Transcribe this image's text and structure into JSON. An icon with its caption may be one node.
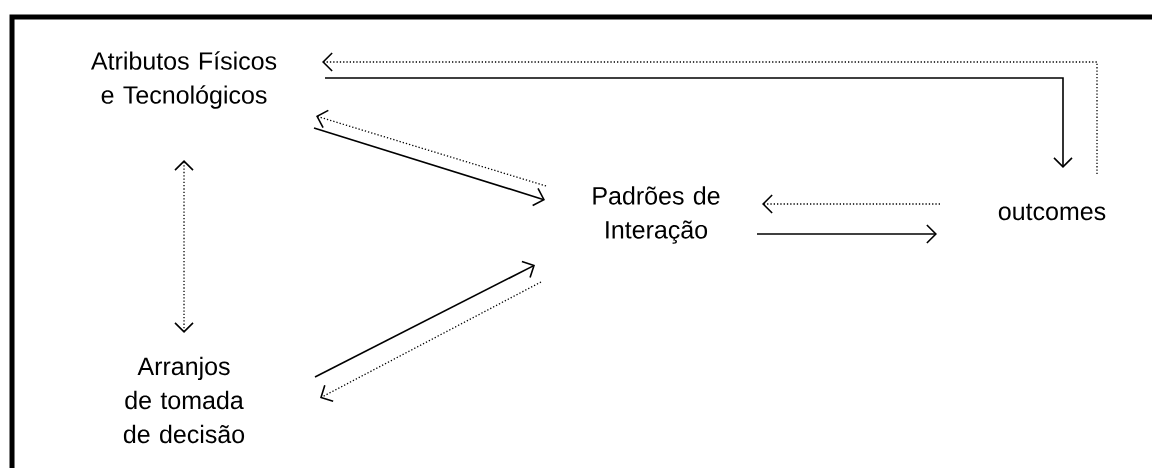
{
  "diagram": {
    "nodes": [
      {
        "text": [
          "Atributos Físicos e Tecnológicos"
        ]
      },
      {
        "text": [
          "Padrões de Interação"
        ]
      },
      {
        "text": [
          "Arranjos de tomada de decisão"
        ]
      },
      {
        "text": [
          "outcomes"
        ]
      }
    ],
    "edges": [
      {
        "from": 0,
        "to": 1,
        "arrow": "to"
      },
      {
        "from": 1,
        "to": 0,
        "arrow": "to",
        "style": "dashed"
      },
      {
        "from": 0,
        "to": 2,
        "arrow": "both",
        "style": "dashed"
      },
      {
        "from": 2,
        "to": 1,
        "arrow": "to"
      },
      {
        "from": 1,
        "to": 2,
        "arrow": "to",
        "style": "dashed"
      },
      {
        "from": 1,
        "to": 3,
        "arrow": "to"
      },
      {
        "from": 3,
        "to": 1,
        "arrow": "to",
        "style": "dashed"
      },
      {
        "from": 0,
        "to": 3,
        "arrow": "to"
      },
      {
        "from": 3,
        "to": 0,
        "arrow": "to",
        "style": "dashed"
      }
    ]
  }
}
